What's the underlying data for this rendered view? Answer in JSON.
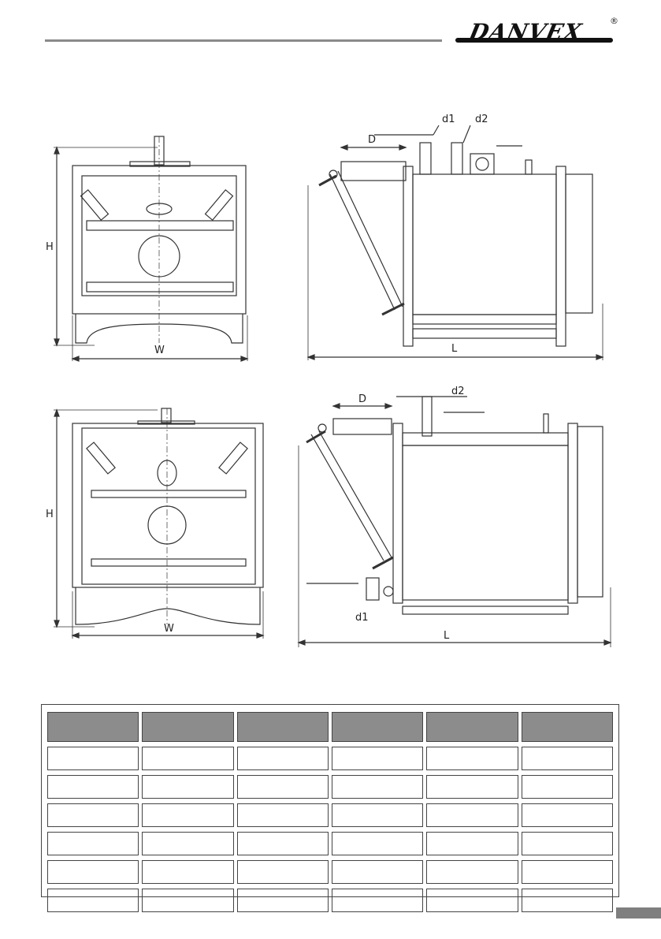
{
  "logo": {
    "brand": "DANVEX",
    "registered_mark": "®"
  },
  "drawing_top_front": {
    "height_label": "H",
    "width_label": "W"
  },
  "drawing_top_side": {
    "d_label": "D",
    "d1_label": "d1",
    "d2_label": "d2",
    "length_label": "L"
  },
  "drawing_bottom_front": {
    "height_label": "H",
    "width_label": "W"
  },
  "drawing_bottom_side": {
    "d_label": "D",
    "d1_label": "d1",
    "d2_label": "d2",
    "length_label": "L"
  },
  "spec_table": {
    "headers": [
      "",
      "",
      "",
      "",
      "",
      ""
    ],
    "rows": [
      [
        "",
        "",
        "",
        "",
        "",
        ""
      ],
      [
        "",
        "",
        "",
        "",
        "",
        ""
      ],
      [
        "",
        "",
        "",
        "",
        "",
        ""
      ],
      [
        "",
        "",
        "",
        "",
        "",
        ""
      ],
      [
        "",
        "",
        "",
        "",
        "",
        ""
      ],
      [
        "",
        "",
        "",
        "",
        "",
        ""
      ]
    ]
  }
}
